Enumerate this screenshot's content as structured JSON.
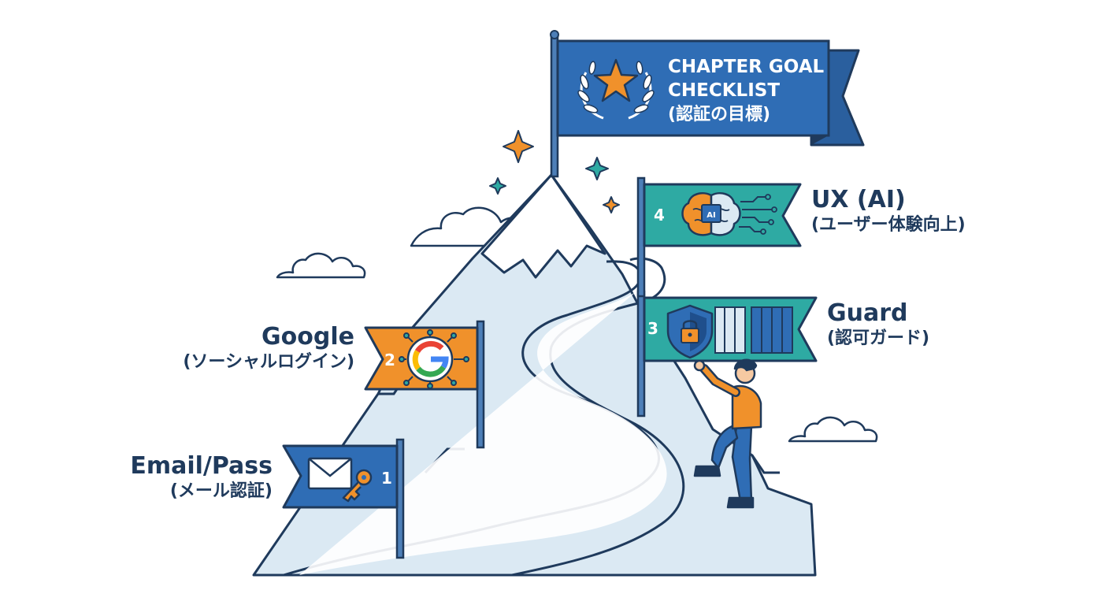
{
  "goal": {
    "line1": "CHAPTER GOAL",
    "line2": "CHECKLIST",
    "line3": "(認証の目標)"
  },
  "milestones": [
    {
      "step": "1",
      "title": "Email/Pass",
      "subtitle": "(メール認証)"
    },
    {
      "step": "2",
      "title": "Google",
      "subtitle": "(ソーシャルログイン)"
    },
    {
      "step": "3",
      "title": "Guard",
      "subtitle": "(認可ガード)"
    },
    {
      "step": "4",
      "title": "UX (AI)",
      "subtitle": "(ユーザー体験向上)"
    }
  ],
  "badges": {
    "ai": "AI",
    "google": "G"
  },
  "colors": {
    "navy": "#1f3a5c",
    "blue": "#2f6db5",
    "teal": "#2eaaa3",
    "orange": "#f0912b",
    "mountain": "#dbe9f3",
    "star_orange": "#f0912b",
    "star_teal": "#2eaaa3"
  },
  "icons": [
    "laurel-star-icon",
    "envelope-icon",
    "key-icon",
    "google-logo-icon",
    "shield-lock-icon",
    "gate-icon",
    "brain-ai-icon",
    "climber-figure"
  ]
}
